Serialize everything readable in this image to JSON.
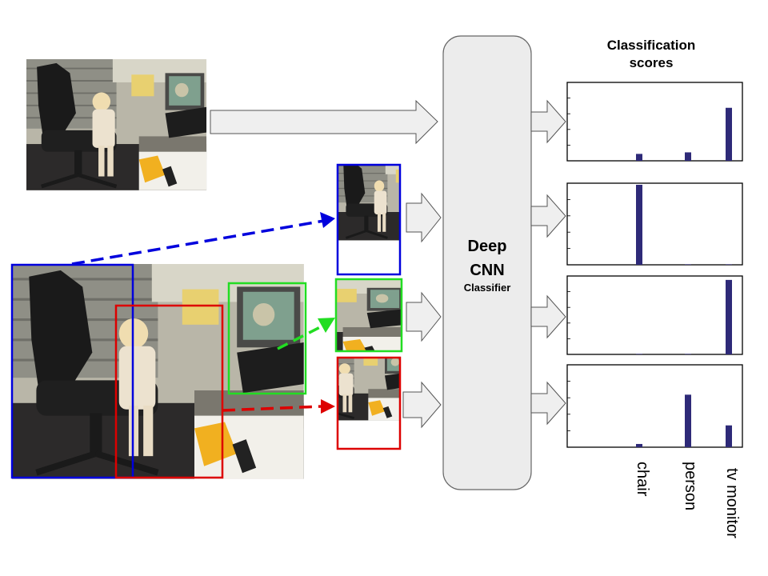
{
  "scores_title": {
    "line1": "Classification",
    "line2": "scores"
  },
  "classifier": {
    "line1": "Deep",
    "line2": "CNN",
    "line3": "Classifier"
  },
  "class_labels": [
    "chair",
    "person",
    "tv monitor"
  ],
  "colors": {
    "blue_crop": "#0000dd",
    "green_crop": "#22dd22",
    "red_crop": "#dd0000",
    "bar": "#2e2a78",
    "arrow_fill": "#efefef",
    "arrow_stroke": "#555555",
    "classifier_fill": "#ececec"
  },
  "photo_subject": "girl-at-office-desk-photo",
  "chart_data": [
    {
      "type": "bar",
      "input": "full-image",
      "values": {
        "chair": 0.09,
        "person": 0.11,
        "tv monitor": 0.69
      }
    },
    {
      "type": "bar",
      "input": "blue-crop",
      "values": {
        "chair": 1.0,
        "person": 0.0,
        "tv monitor": 0.0
      }
    },
    {
      "type": "bar",
      "input": "green-crop",
      "values": {
        "chair": 0.0,
        "person": 0.0,
        "tv monitor": 0.97
      }
    },
    {
      "type": "bar",
      "input": "red-crop",
      "values": {
        "chair": 0.04,
        "person": 0.65,
        "tv monitor": 0.27
      }
    }
  ]
}
